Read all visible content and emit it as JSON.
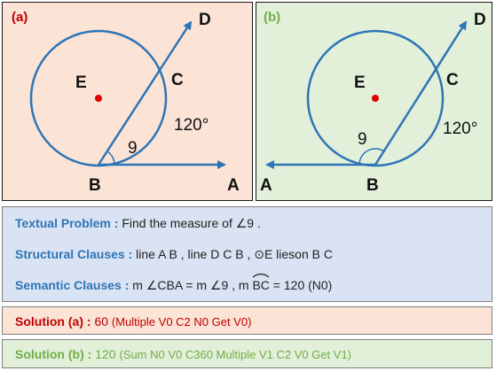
{
  "diagram_a": {
    "tag": "(a)",
    "points": {
      "D": "D",
      "E": "E",
      "C": "C",
      "B": "B",
      "A": "A"
    },
    "angle_number": "9",
    "arc_measure": "120°"
  },
  "diagram_b": {
    "tag": "(b)",
    "points": {
      "D": "D",
      "E": "E",
      "C": "C",
      "B": "B",
      "A": "A"
    },
    "angle_number": "9",
    "arc_measure": "120°"
  },
  "problem": {
    "textual_key": "Textual Problem :",
    "textual_text": "Find the measure of ∠9 .",
    "structural_key": "Structural Clauses :",
    "structural_text": "line A B ,  line D C B ,  ⊙E lieson B C",
    "semantic_key": "Semantic Clauses :",
    "semantic_prefix": "m ∠CBA = m ∠9 , m ",
    "semantic_arc": "BC",
    "semantic_suffix": " = 120 (N0)"
  },
  "solution_a": {
    "key": "Solution (a) :",
    "value": "60",
    "program": "(Multiple V0 C2 N0 Get V0)"
  },
  "solution_b": {
    "key": "Solution (b) :",
    "value": "120",
    "program": "(Sum N0 V0 C360 Multiple V1 C2 V0 Get V1)"
  },
  "colors": {
    "panel_a_bg": "#fbe3d6",
    "panel_b_bg": "#e2f0d9",
    "problem_bg": "#dae3f3",
    "figure_blue": "#2e75b6",
    "center_red": "#e00000",
    "tag_a_red": "#c00000",
    "tag_b_green": "#70ad47"
  }
}
